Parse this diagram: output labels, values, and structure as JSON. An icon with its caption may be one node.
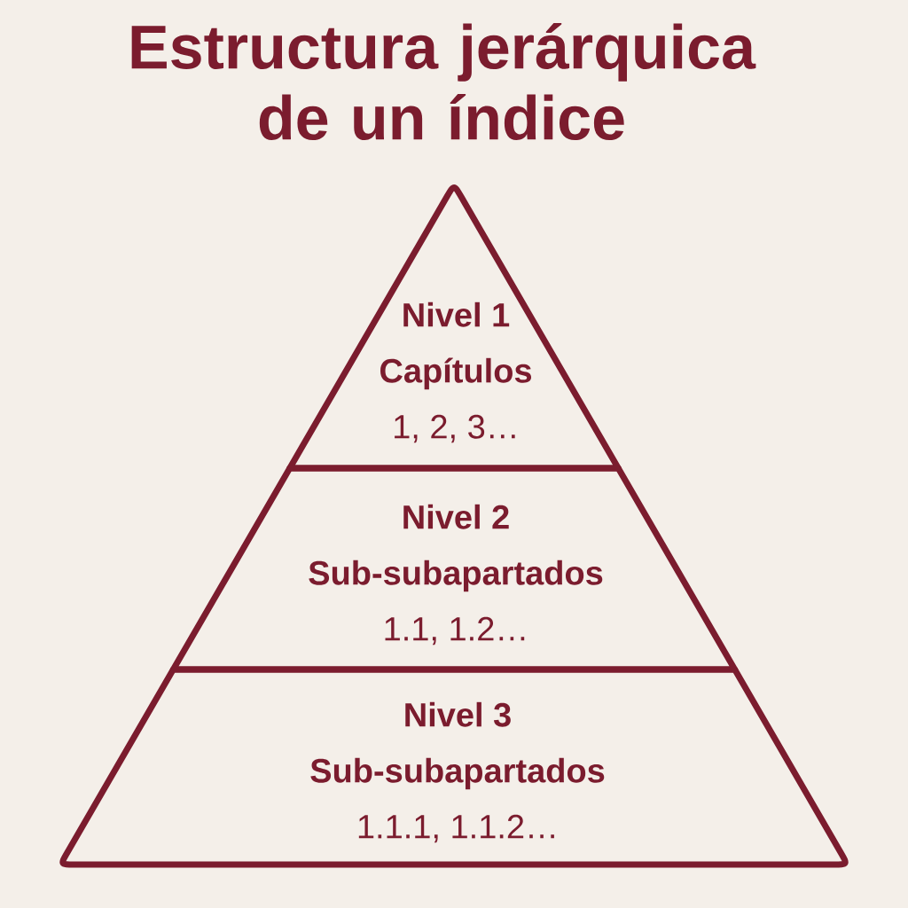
{
  "diagram": {
    "title": "Estructura jerárquica de un índice",
    "nodes": [
      {
        "text": [
          "Nivel 1",
          "Capítulos",
          "1, 2, 3…"
        ]
      },
      {
        "text": [
          "Nivel 2",
          "Sub-subapartados",
          "1.1, 1.2…"
        ]
      },
      {
        "text": [
          "Nivel 3",
          "Sub-subapartados",
          "1.1.1, 1.1.2…"
        ]
      }
    ]
  }
}
